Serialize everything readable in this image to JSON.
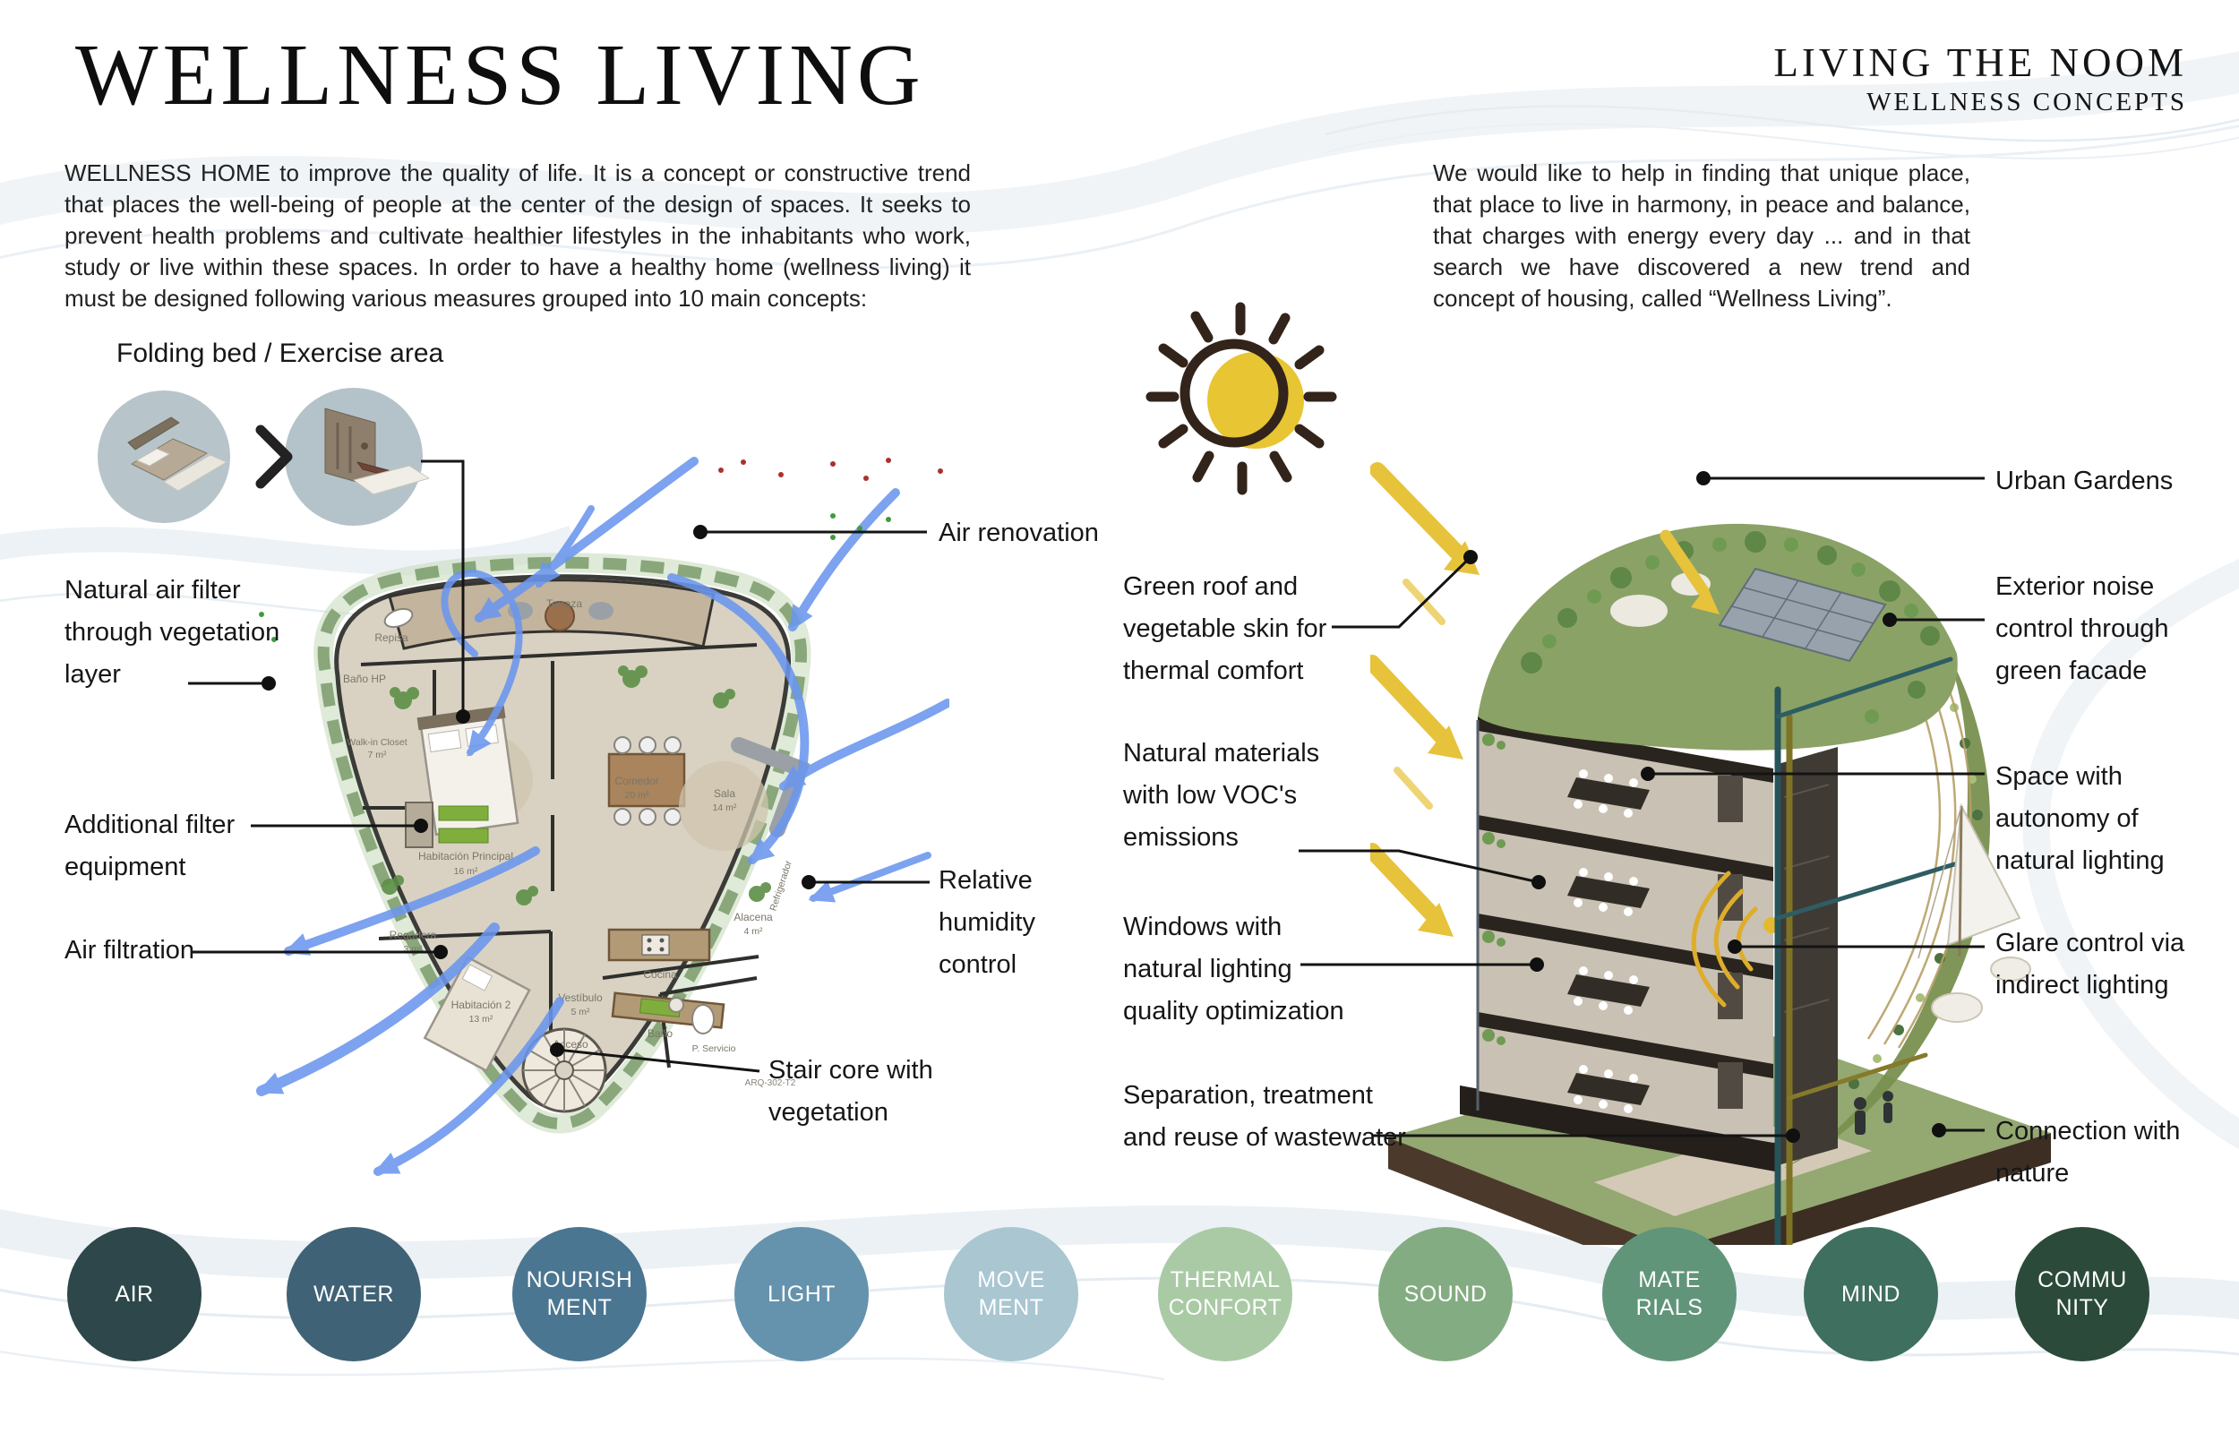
{
  "header": {
    "title": "WELLNESS LIVING",
    "brand_line1": "LIVING THE NOOM",
    "brand_line2": "WELLNESS CONCEPTS"
  },
  "intro": {
    "left": "WELLNESS HOME to improve the quality of life. It is a concept or constructive trend that places the well-being of people at the center of the design of spaces. It seeks to prevent health problems and cultivate healthier lifestyles in the inhabitants who work, study or live within these spaces. In order to have a healthy home (wellness living) it must be designed following various measures grouped into 10 main concepts:",
    "right": "We would like to help in finding that unique place, that place to live in harmony, in peace and balance, that charges with energy every day ... and in that search we have discovered a new trend and concept of housing, called “Wellness Living”."
  },
  "floor_plan": {
    "caption": "Folding bed / Exercise area",
    "annotations": {
      "natural_air_filter": "Natural air filter through vegetation layer",
      "additional_filter": "Additional filter equipment",
      "air_filtration": "Air filtration",
      "air_renovation": "Air renovation",
      "relative_humidity": "Relative humidity control",
      "stair_core": "Stair core with vegetation"
    },
    "rooms": {
      "terraza": "Terraza",
      "repisa": "Repisa",
      "bano_hp": "Baño HP",
      "walk_in_closet": "Walk-in Closet",
      "walk_in_closet_area": "7 m²",
      "principal": "Habitación Principal",
      "principal_area": "16 m²",
      "comedor": "Comedor",
      "comedor_area": "20 m²",
      "sala": "Sala",
      "sala_area": "14 m²",
      "cocina": "Cocina",
      "regadera": "Regadera",
      "regadera_area": "3 m²",
      "habitacion2": "Habitación 2",
      "habitacion2_area": "13 m²",
      "vestibulo": "Vestíbulo",
      "vestibulo_area": "5 m²",
      "bano": "Baño",
      "acceso": "Acceso",
      "alacena": "Alacena",
      "alacena_area": "4 m²",
      "refrigerador": "Refrigerador",
      "p_servicio": "P. Servicio",
      "plan_note": "ARQ-302-T2"
    }
  },
  "building": {
    "annotations": {
      "green_roof": "Green roof and vegetable skin for thermal comfort",
      "natural_materials": "Natural materials with low VOC's emissions",
      "windows": "Windows with natural lighting quality optimization",
      "wastewater": "Separation, treatment and reuse of wastewater",
      "urban_gardens": "Urban Gardens",
      "exterior_noise": "Exterior noise control through green facade",
      "space_autonomy": "Space with autonomy of natural lighting",
      "glare_control": "Glare control via indirect lighting",
      "connection_nature": "Connection with nature"
    }
  },
  "concepts": [
    {
      "label": "AIR",
      "color": "#2d474a"
    },
    {
      "label": "WATER",
      "color": "#3f6276"
    },
    {
      "label": "NOURISH\nMENT",
      "color": "#4b7691"
    },
    {
      "label": "LIGHT",
      "color": "#6593ad"
    },
    {
      "label": "MOVE\nMENT",
      "color": "#a9c6d1"
    },
    {
      "label": "THERMAL\nCONFORT",
      "color": "#a9caa5"
    },
    {
      "label": "SOUND",
      "color": "#84ac82"
    },
    {
      "label": "MATE\nRIALS",
      "color": "#61957a"
    },
    {
      "label": "MIND",
      "color": "#3f6f5e"
    },
    {
      "label": "COMMU\nNITY",
      "color": "#2b4a3a"
    }
  ]
}
